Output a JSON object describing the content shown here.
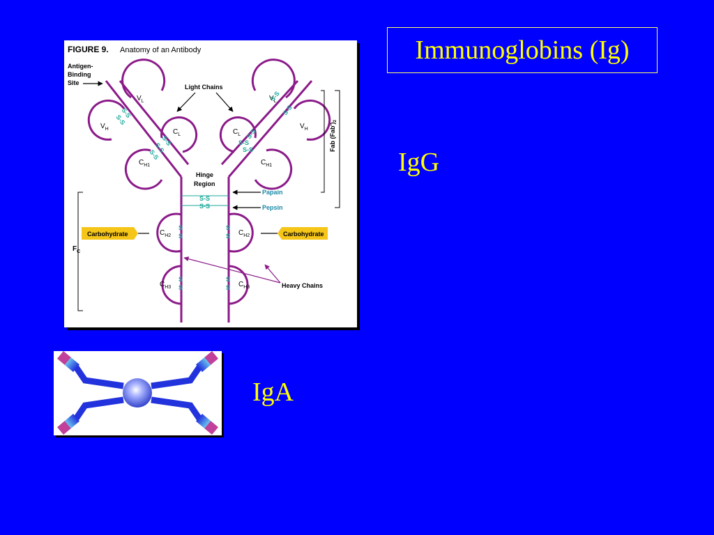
{
  "slide": {
    "title": "Immunoglobins (Ig)",
    "label_igg": "IgG",
    "label_iga": "IgA"
  },
  "figure": {
    "figure_number": "FIGURE 9.",
    "caption": "Anatomy of an Antibody",
    "labels": {
      "antigen_binding_site_1": "Antigen-",
      "antigen_binding_site_2": "Binding",
      "antigen_binding_site_3": "Site",
      "light_chains": "Light Chains",
      "heavy_chains": "Heavy Chains",
      "hinge_region_1": "Hinge",
      "hinge_region_2": "Region",
      "papain": "Papain",
      "pepsin": "Pepsin",
      "fab": "Fab (Fab')",
      "fab_sub": "2",
      "fc": "F",
      "fc_sub": "C",
      "carbohydrate_left": "Carbohydrate",
      "carbohydrate_right": "Carbohydrate",
      "disulfide": "S-S",
      "s": "S"
    },
    "domains": {
      "v": "V",
      "c": "C",
      "sub_l": "L",
      "sub_h": "H",
      "one": "1",
      "two": "2",
      "three": "3"
    },
    "colors": {
      "chain": "#8b1a89",
      "disulfide": "#1aa89a",
      "carbohydrate": "#f5c518",
      "iga_blue": "#2233dd",
      "iga_pink": "#c0409a"
    }
  }
}
